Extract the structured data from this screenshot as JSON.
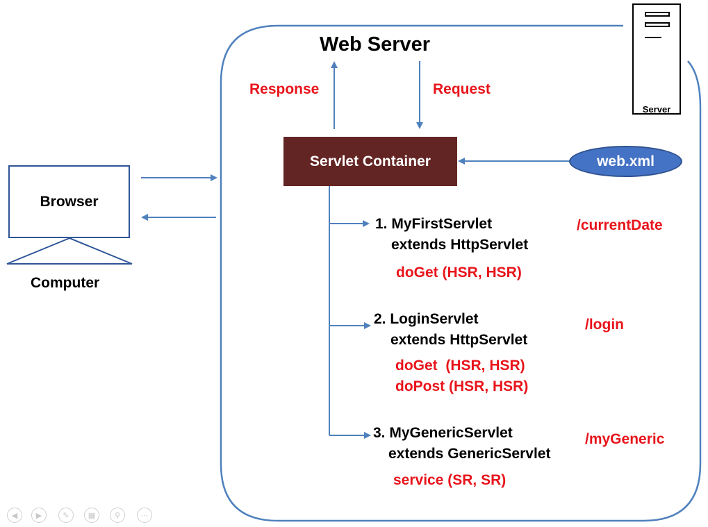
{
  "web_server": {
    "title": "Web Server"
  },
  "labels": {
    "response": "Response",
    "request": "Request"
  },
  "container": {
    "label": "Servlet Container"
  },
  "config": {
    "label": "web.xml"
  },
  "server": {
    "label": "Server"
  },
  "client": {
    "browser": "Browser",
    "computer": "Computer"
  },
  "servlets": [
    {
      "name": "1. MyFirstServlet",
      "extends": "extends HttpServlet",
      "methods": [
        "doGet (HSR, HSR)"
      ],
      "mapping": "/currentDate"
    },
    {
      "name": "2. LoginServlet",
      "extends": "extends HttpServlet",
      "methods": [
        "doGet  (HSR, HSR)",
        "doPost (HSR, HSR)"
      ],
      "mapping": "/login"
    },
    {
      "name": "3. MyGenericServlet",
      "extends": "extends GenericServlet",
      "methods": [
        "service (SR, SR)"
      ],
      "mapping": "/myGeneric"
    }
  ],
  "slideshow_controls": [
    "previous-icon",
    "next-icon",
    "pen-icon",
    "slides-icon",
    "zoom-icon",
    "more-icon"
  ],
  "colors": {
    "arrow": "#4f81bd",
    "container": "#632523",
    "config": "#4472c4",
    "highlight": "#e8141b"
  }
}
